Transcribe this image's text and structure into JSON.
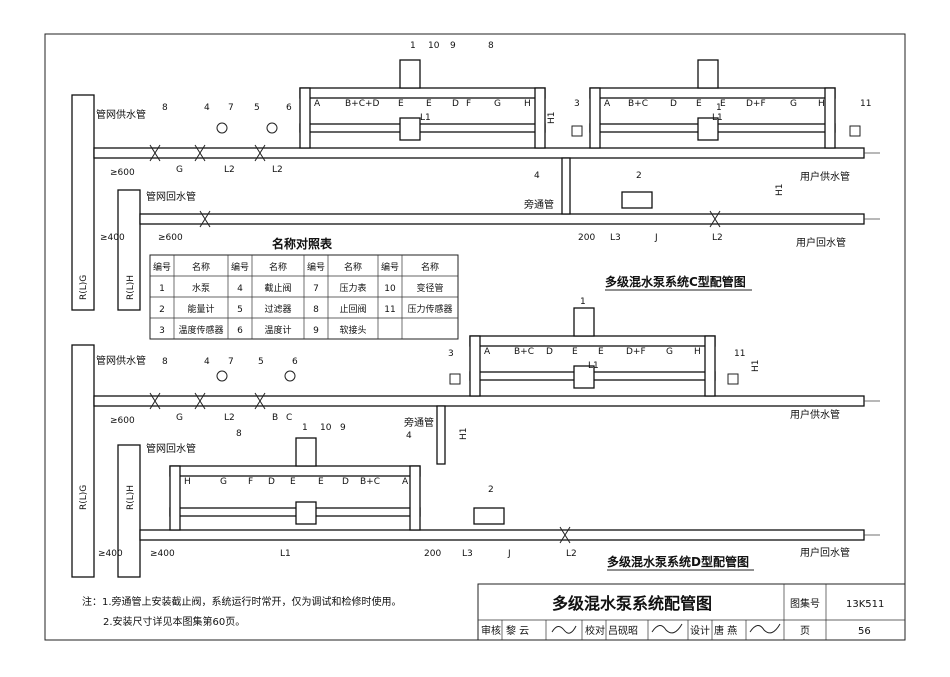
{
  "diagram_c": {
    "title": "多级混水泵系统C型配管图",
    "supply_main": "管网供水管",
    "return_main": "管网回水管",
    "user_supply": "用户供水管",
    "user_return": "用户回水管",
    "bypass": "旁通管",
    "vertical_supply": "R(L)G",
    "vertical_return": "R(L)H",
    "upper_segments": [
      "A",
      "B+C+D",
      "E",
      "E",
      "D",
      "F",
      "G",
      "H"
    ],
    "right_segments": [
      "A",
      "B+C",
      "D",
      "E",
      "E",
      "D+F",
      "G",
      "H"
    ],
    "lower_segments": [
      "G",
      "L2",
      "L2"
    ],
    "return_segments": [
      "200",
      "L3",
      "J",
      "L2"
    ],
    "dim_600a": "≥600",
    "dim_400": "≥400",
    "dim_600b": "≥600",
    "dim_h1": "H1",
    "dim_l1": "L1",
    "callouts": [
      "1",
      "10",
      "9",
      "8",
      "3",
      "11",
      "8",
      "4",
      "7",
      "5",
      "6",
      "4",
      "2",
      "1"
    ]
  },
  "diagram_d": {
    "title": "多级混水泵系统D型配管图",
    "supply_main": "管网供水管",
    "return_main": "管网回水管",
    "user_supply": "用户供水管",
    "user_return": "用户回水管",
    "bypass": "旁通管",
    "vertical_supply": "R(L)G",
    "vertical_return": "R(L)H",
    "upper_segments": [
      "A",
      "B+C",
      "D",
      "E",
      "E",
      "D+F",
      "G",
      "H"
    ],
    "supply_segments": [
      "G",
      "L2",
      "B",
      "C"
    ],
    "return_segments_top": [
      "H",
      "G",
      "F",
      "D",
      "E",
      "E",
      "D",
      "B+C",
      "A"
    ],
    "bottom_segments": [
      "L1",
      "200",
      "L3",
      "J",
      "L2"
    ],
    "dim_600": "≥600",
    "dim_400a": "≥400",
    "dim_400b": "≥400",
    "dim_h1": "H1",
    "dim_l1": "L1",
    "callouts": [
      "8",
      "4",
      "7",
      "5",
      "6",
      "3",
      "11",
      "8",
      "1",
      "10",
      "9",
      "4",
      "2",
      "1"
    ]
  },
  "legend": {
    "title": "名称对照表",
    "headers": [
      "编号",
      "名称",
      "编号",
      "名称",
      "编号",
      "名称",
      "编号",
      "名称"
    ],
    "rows": [
      [
        "1",
        "水泵",
        "4",
        "截止阀",
        "7",
        "压力表",
        "10",
        "变径管"
      ],
      [
        "2",
        "能量计",
        "5",
        "过滤器",
        "8",
        "止回阀",
        "11",
        "压力传感器"
      ],
      [
        "3",
        "温度传感器",
        "6",
        "温度计",
        "9",
        "软接头",
        "",
        ""
      ]
    ]
  },
  "notes": [
    "注：1.旁通管上安装截止阀，系统运行时常开，仅为调试和检修时使用。",
    "2.安装尺寸详见本图集第60页。"
  ],
  "title_block": {
    "drawing_title": "多级混水泵系统配管图",
    "atlas_label": "图集号",
    "atlas_no": "13K511",
    "review_label": "审核",
    "reviewer": "黎 云",
    "check_label": "校对",
    "checker": "吕砚昭",
    "design_label": "设计",
    "designer": "唐 燕",
    "page_label": "页",
    "page_no": "56"
  }
}
